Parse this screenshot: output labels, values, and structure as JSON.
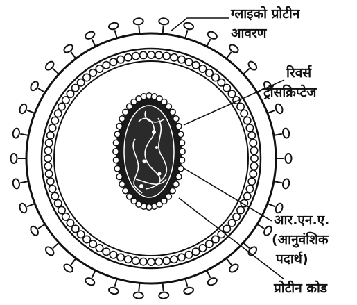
{
  "labels": {
    "envelope_line1": "ग्लाइको प्रोटीन",
    "envelope_line2": "आवरण",
    "enzyme_line1": "रिवर्स",
    "enzyme_line2": "ट्रॉसक्रिप्टेज",
    "rna_line1": "आर.एन.ए.",
    "rna_line2": "(आनुवंशिक",
    "rna_line3": "पदार्थ)",
    "core": "प्रोटीन क्रोड"
  },
  "colors": {
    "ink": "#111111",
    "background": "#ffffff"
  }
}
